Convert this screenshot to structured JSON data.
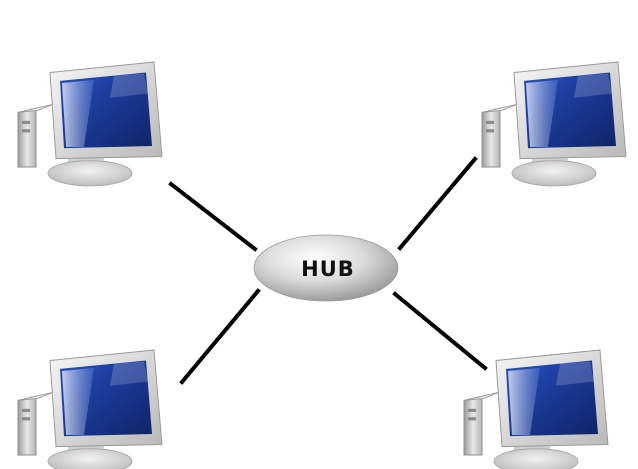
{
  "diagram": {
    "hub": {
      "label": "HUB",
      "icon": "hub-ellipse"
    },
    "nodes": [
      {
        "id": "top-left",
        "icon": "computer-icon"
      },
      {
        "id": "top-right",
        "icon": "computer-icon"
      },
      {
        "id": "bottom-left",
        "icon": "computer-icon"
      },
      {
        "id": "bottom-right",
        "icon": "computer-icon"
      }
    ],
    "connections": [
      {
        "from": "hub",
        "to": "top-left"
      },
      {
        "from": "hub",
        "to": "top-right"
      },
      {
        "from": "hub",
        "to": "bottom-left"
      },
      {
        "from": "hub",
        "to": "bottom-right"
      }
    ],
    "colors": {
      "line": "#000000",
      "hub_light": "#f4f4f4",
      "hub_dark": "#8c8c8c",
      "screen_blue": "#1c3d9a",
      "screen_light": "#7f9fe6",
      "bezel": "#dcdcdc",
      "tower": "#cfcfcf"
    }
  }
}
